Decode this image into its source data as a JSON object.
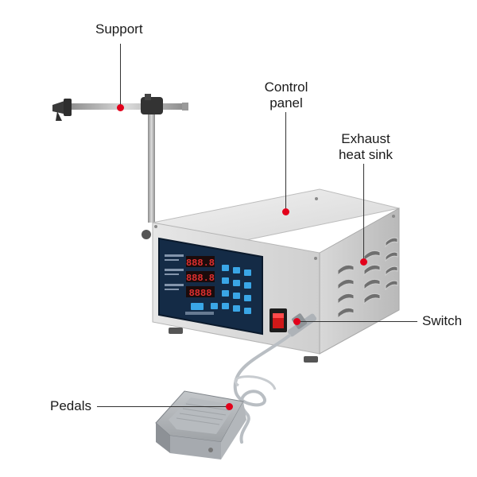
{
  "labels": {
    "support": "Support",
    "control_panel_line1": "Control",
    "control_panel_line2": "panel",
    "exhaust_line1": "Exhaust",
    "exhaust_line2": "heat sink",
    "switch": "Switch",
    "pedals": "Pedals"
  },
  "colors": {
    "marker": "#e3001b",
    "leader_line": "#333333",
    "panel_bg": "#142b46",
    "display_red": "#e03030",
    "button_blue": "#3aa6e6",
    "switch_red": "#d01818"
  },
  "panel_text": {
    "row1": "888.8",
    "row2": "888.8",
    "row3": "8888"
  }
}
